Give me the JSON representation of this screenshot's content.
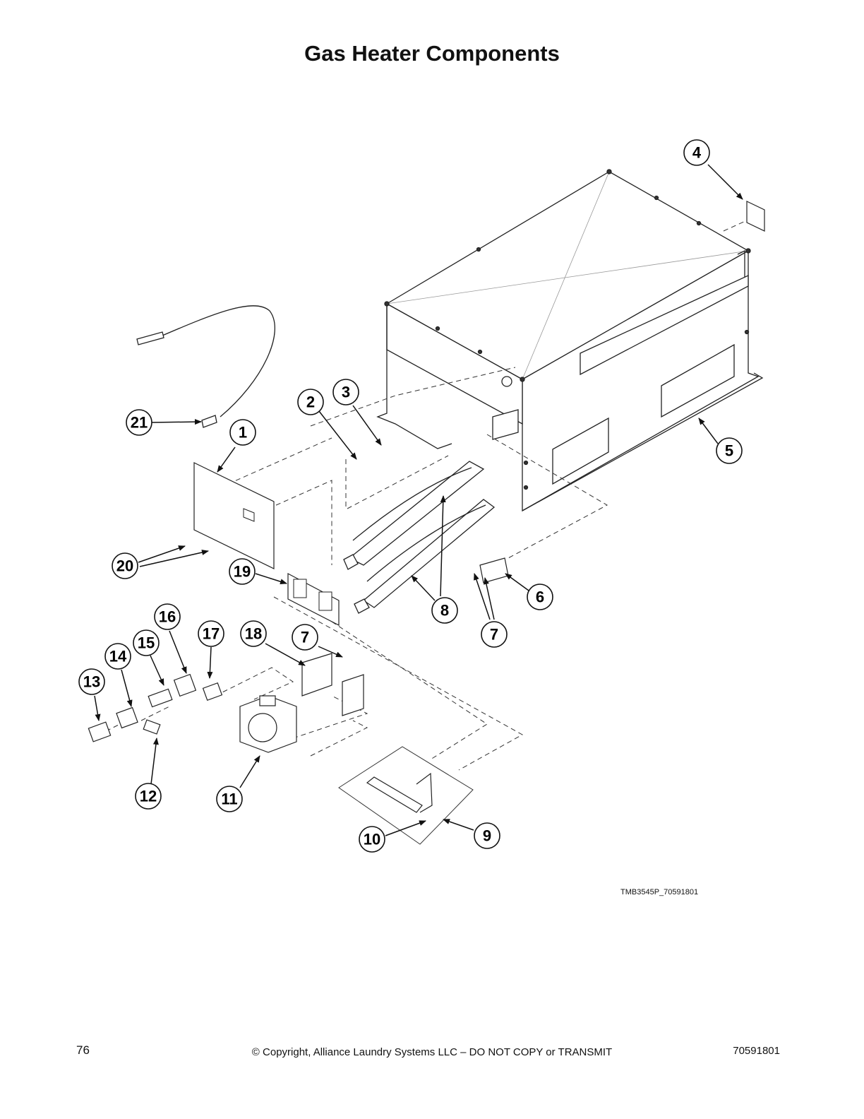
{
  "page": {
    "title": "Gas Heater Components",
    "drawing_code": "TMB3545P_70591801",
    "page_number": "76",
    "copyright": "© Copyright, Alliance Laundry Systems LLC – DO NOT COPY or TRANSMIT",
    "document_number": "70591801"
  },
  "callouts": [
    "1",
    "2",
    "3",
    "4",
    "5",
    "6",
    "7",
    "7",
    "8",
    "9",
    "10",
    "11",
    "12",
    "13",
    "14",
    "15",
    "16",
    "17",
    "18",
    "19",
    "20",
    "21"
  ]
}
